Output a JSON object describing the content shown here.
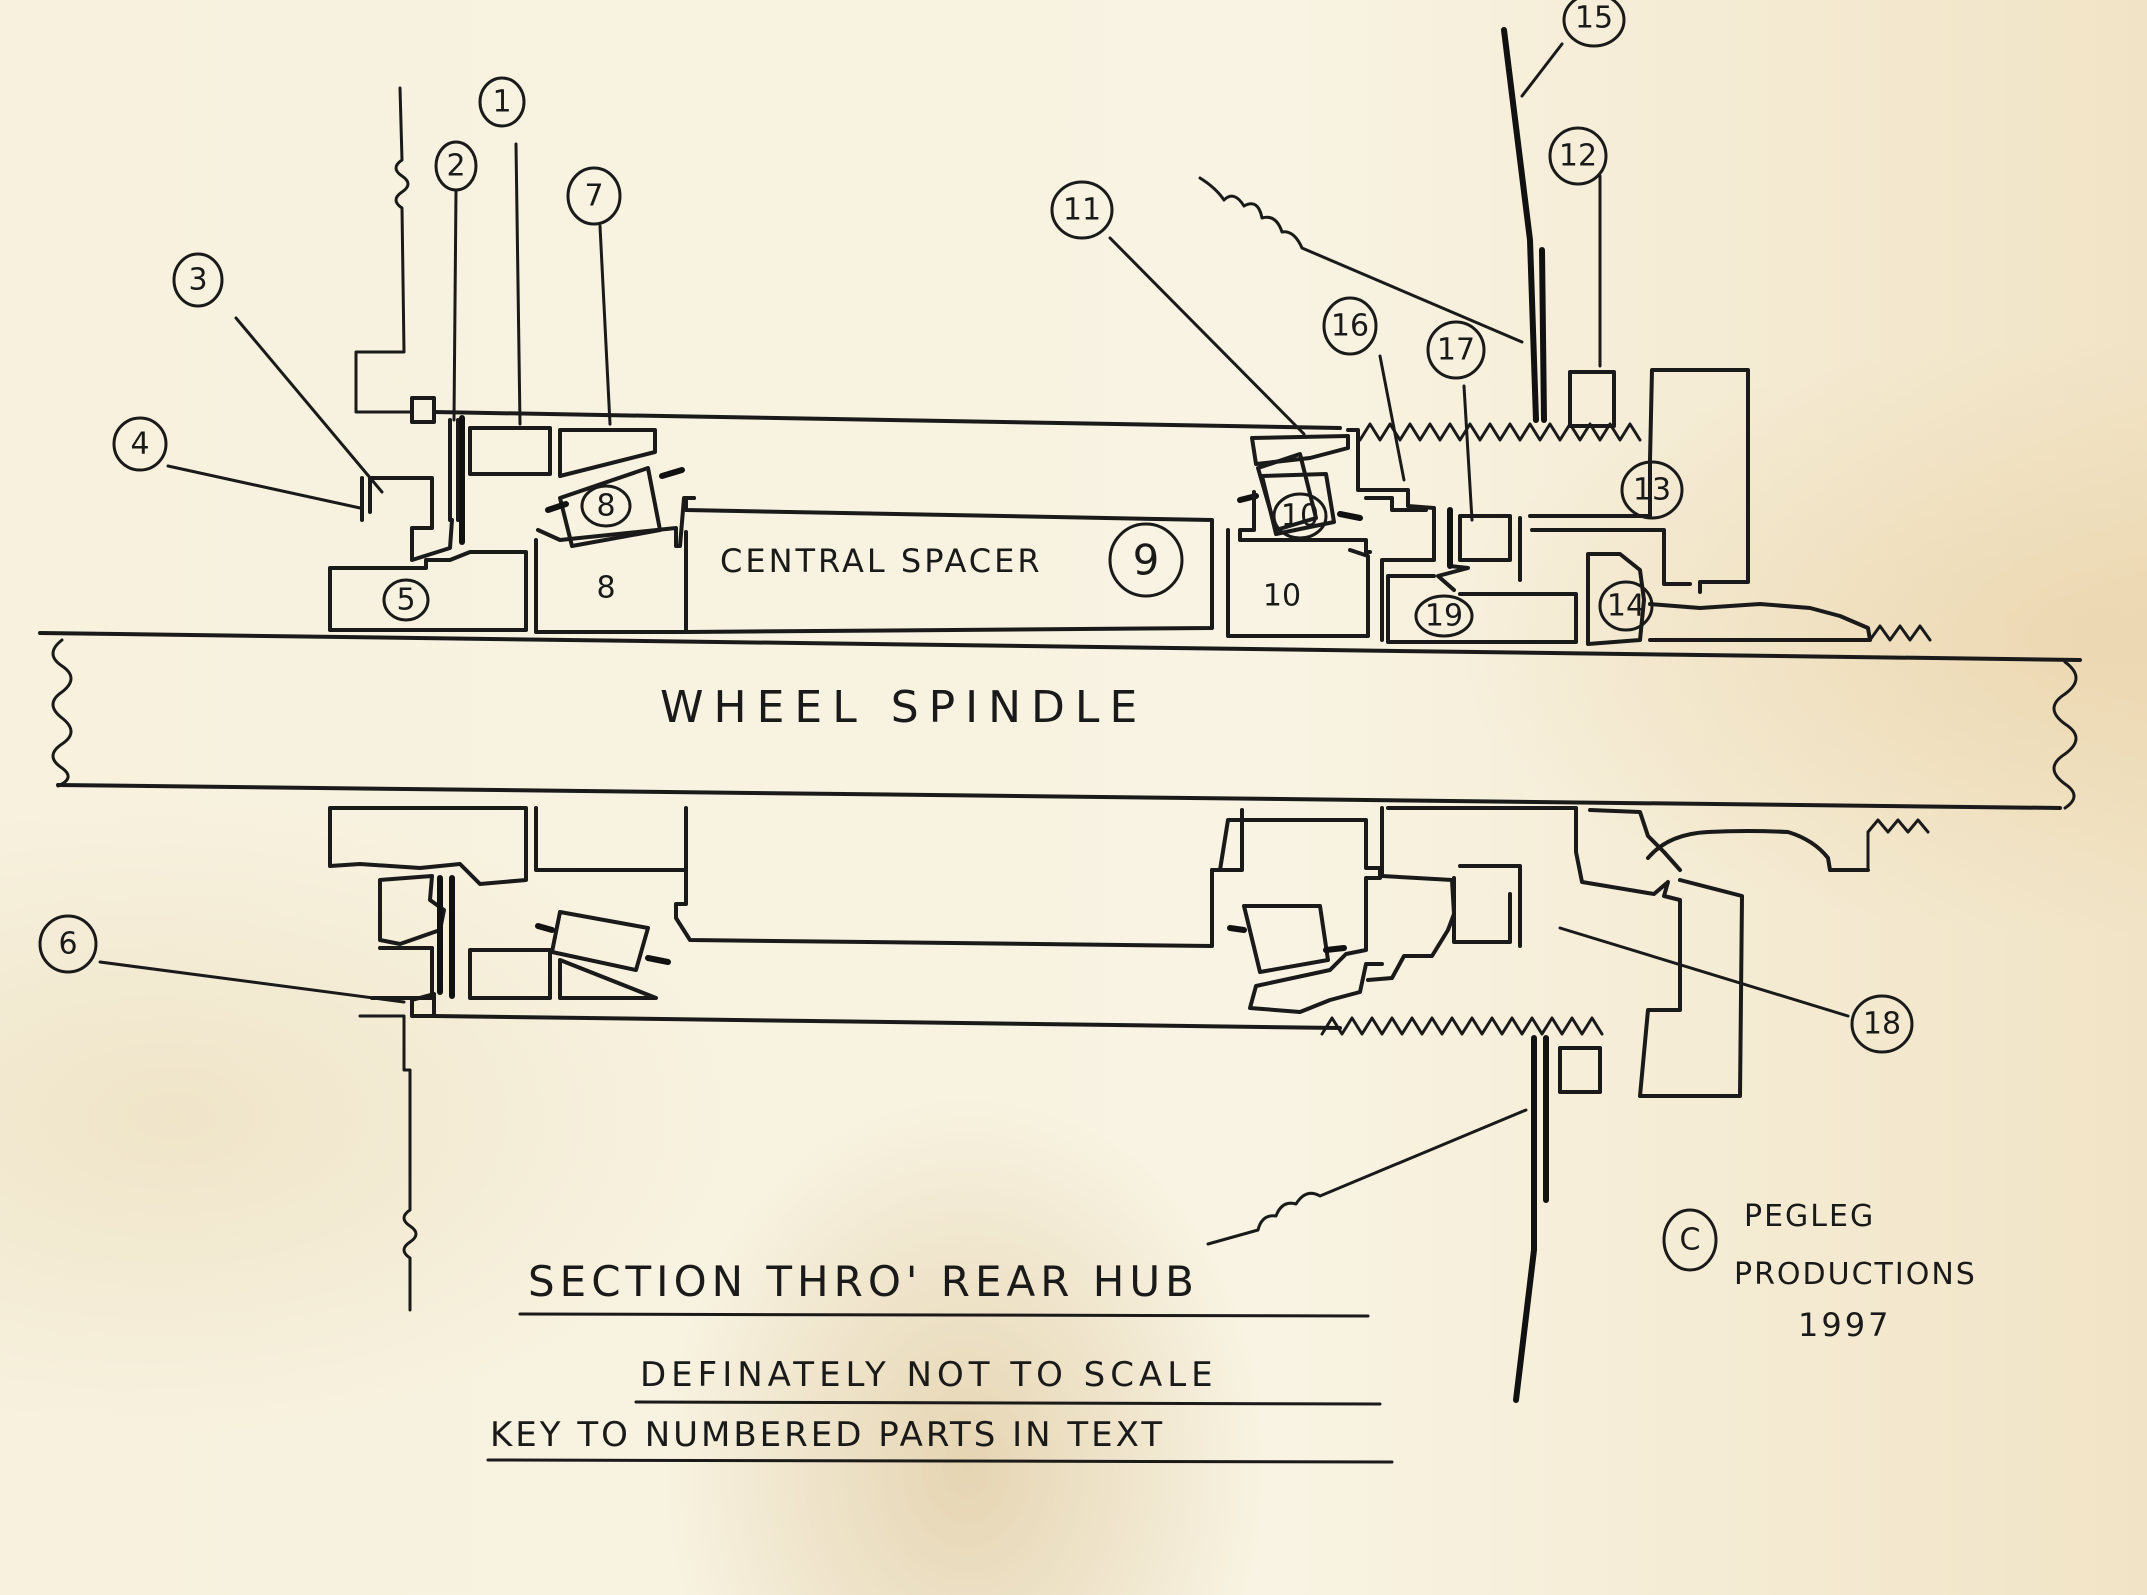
{
  "title": "SECTION THRO' REAR HUB",
  "subtitle": "DEFINATELY NOT TO SCALE",
  "key_note": "KEY TO NUMBERED PARTS IN TEXT",
  "spindle_label": "WHEEL SPINDLE",
  "spacer_label": "CENTRAL SPACER",
  "copyright": {
    "symbol": "C",
    "line1": "PEGLEG",
    "line2": "PRODUCTIONS",
    "year": "1997"
  },
  "part_numbers": {
    "p1": "1",
    "p2": "2",
    "p3": "3",
    "p4": "4",
    "p5": "5",
    "p6": "6",
    "p7": "7",
    "p8a": "8",
    "p8b": "8",
    "p9": "9",
    "p10a": "10",
    "p10b": "10",
    "p11": "11",
    "p12": "12",
    "p13": "13",
    "p14": "14",
    "p15": "15",
    "p16": "16",
    "p17": "17",
    "p18": "18",
    "p19": "19"
  }
}
